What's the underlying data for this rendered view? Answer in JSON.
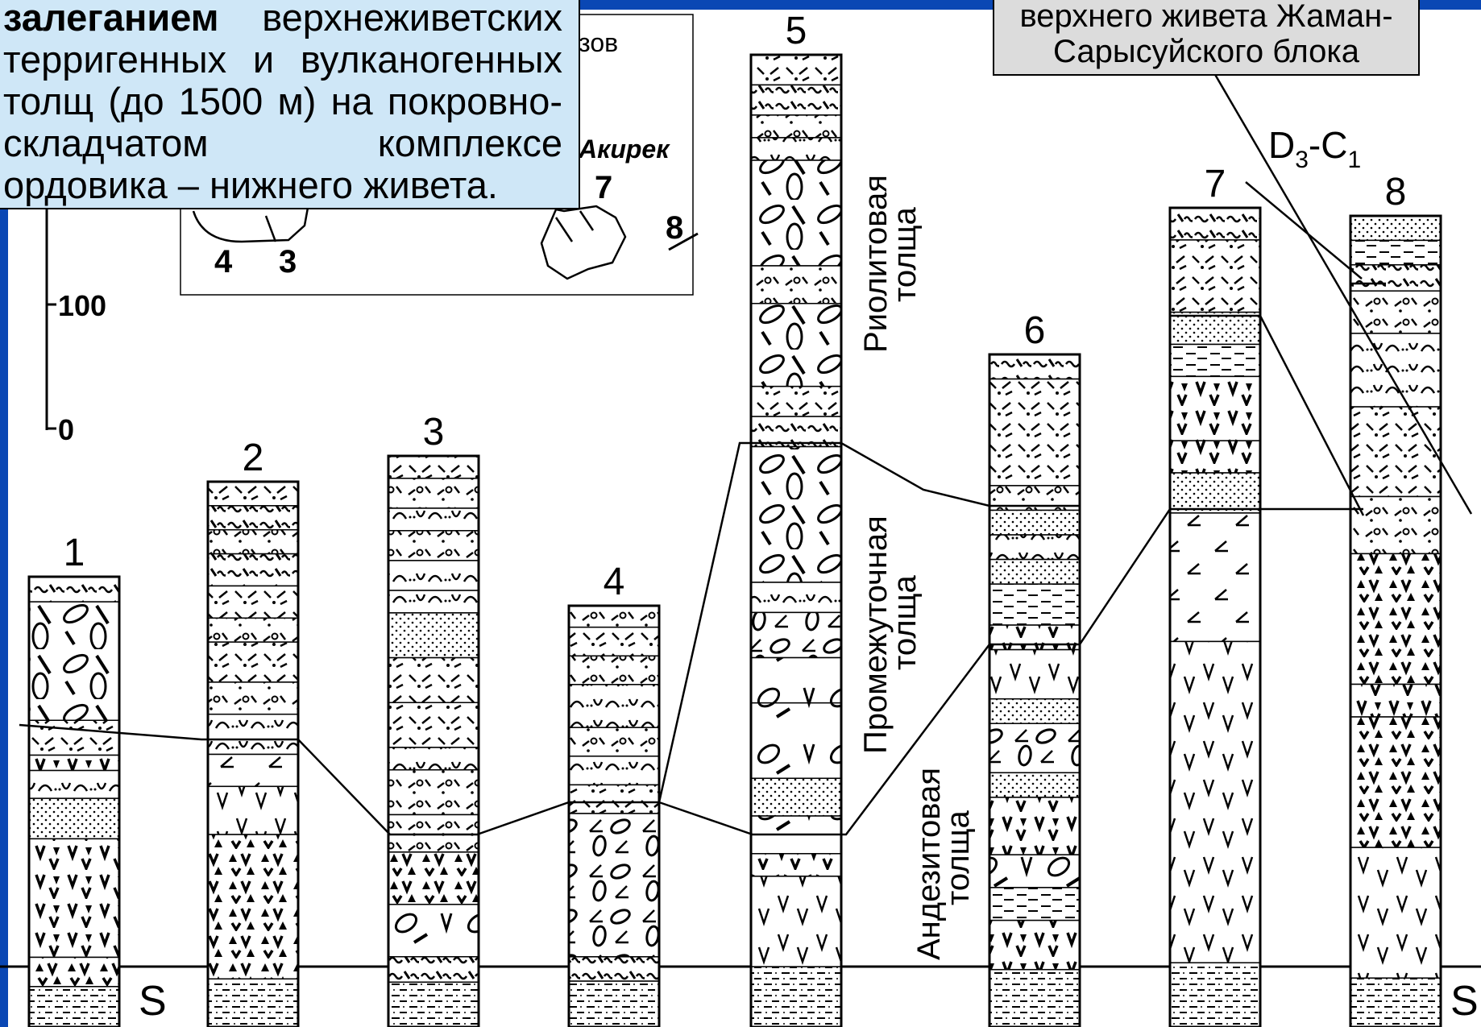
{
  "callout": {
    "bold": "залеганием",
    "rest": " верхнеживетских терригенных и вулканогенных толщ (до 1500 м) на покровно-складчатом комплексе ордовика – нижнего живета."
  },
  "title_box": {
    "line1": "верхнего живета Жаман-",
    "line2": "Сарысуйского блока"
  },
  "inset_map": {
    "partial_text": "зов",
    "place": "Акирек",
    "labels": [
      "4",
      "3",
      "7",
      "8"
    ]
  },
  "scale": {
    "ticks": [
      "100",
      "0"
    ]
  },
  "columns": [
    {
      "id": "1",
      "label": "1"
    },
    {
      "id": "2",
      "label": "2"
    },
    {
      "id": "3",
      "label": "3"
    },
    {
      "id": "4",
      "label": "4"
    },
    {
      "id": "5",
      "label": "5"
    },
    {
      "id": "6",
      "label": "6"
    },
    {
      "id": "7",
      "label": "7"
    },
    {
      "id": "8",
      "label": "8"
    }
  ],
  "age_label": {
    "main": "D",
    "sub1": "3",
    "dash": "-C",
    "sub2": "1"
  },
  "base_label": "S",
  "unit_labels": [
    {
      "line1": "Риолитовая",
      "line2": "толща"
    },
    {
      "line1": "Промежуточная",
      "line2": "толща"
    },
    {
      "line1": "Андезитовая",
      "line2": "толща"
    }
  ],
  "colors": {
    "callout_bg": "#cfe7f7",
    "title_bg": "#dcdcdc",
    "frame_blue": "#0a47b4"
  }
}
